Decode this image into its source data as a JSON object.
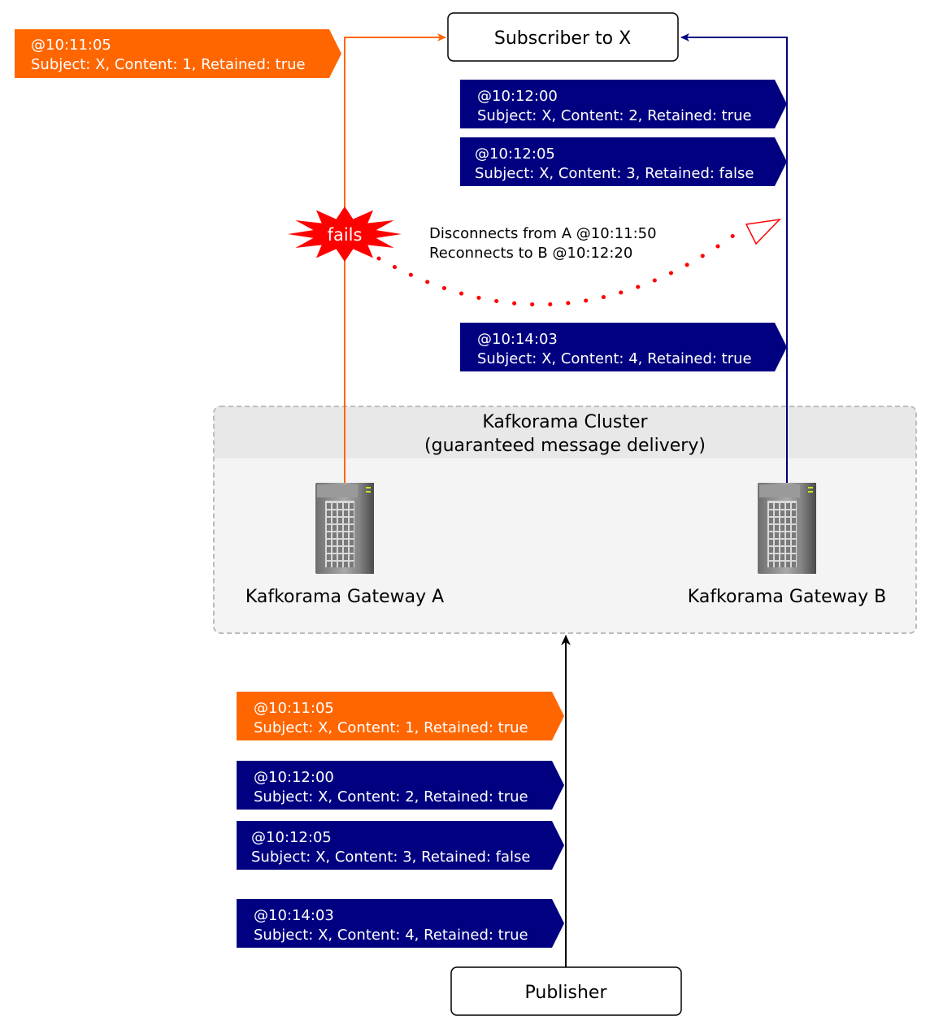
{
  "subscriber": {
    "label": "Subscriber to X"
  },
  "publisher": {
    "label": "Publisher"
  },
  "cluster": {
    "title": "Kafkorama Cluster",
    "subtitle": "(guaranteed message delivery)"
  },
  "gateways": [
    {
      "label": "Kafkorama Gateway A"
    },
    {
      "label": "Kafkorama Gateway B"
    }
  ],
  "failure": {
    "badge": "fails",
    "note_line1": "Disconnects from A @10:11:50",
    "note_line2": "Reconnects to B @10:12:20"
  },
  "colors": {
    "orange": "#ff6600",
    "navy": "#000080",
    "fail_red": "#ff0000",
    "cluster_bg": "#f4f4f4",
    "cluster_header": "#e8e8e8"
  },
  "messages": {
    "from_gateway_a": [
      {
        "time": "@10:11:05",
        "text": "Subject: X, Content: 1, Retained: true",
        "color": "orange"
      }
    ],
    "from_gateway_b": [
      {
        "time": "@10:12:00",
        "text": "Subject: X, Content: 2, Retained: true",
        "color": "navy"
      },
      {
        "time": "@10:12:05",
        "text": "Subject: X, Content: 3, Retained: false",
        "color": "navy"
      },
      {
        "time": "@10:14:03",
        "text": "Subject: X, Content: 4, Retained: true",
        "color": "navy"
      }
    ],
    "published": [
      {
        "time": "@10:11:05",
        "text": "Subject: X, Content: 1, Retained: true",
        "color": "orange"
      },
      {
        "time": "@10:12:00",
        "text": "Subject: X, Content: 2, Retained: true",
        "color": "navy"
      },
      {
        "time": "@10:12:05",
        "text": "Subject: X, Content: 3, Retained: false",
        "color": "navy"
      },
      {
        "time": "@10:14:03",
        "text": "Subject: X, Content: 4, Retained: true",
        "color": "navy"
      }
    ]
  }
}
